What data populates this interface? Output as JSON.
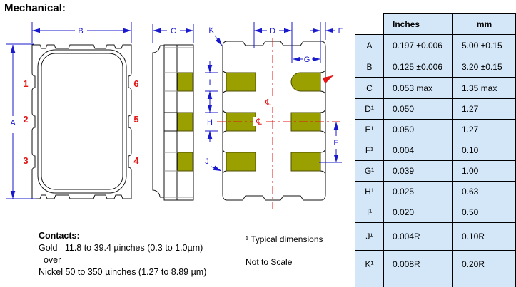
{
  "title": "Mechanical:",
  "colors": {
    "dimension_blue": "#1818cc",
    "centerline_red": "#e01818",
    "pad_olive": "#9aa000",
    "table_bg": "#d4e7f8"
  },
  "drawing": {
    "labels": {
      "a": "A",
      "b": "B",
      "c": "C",
      "d": "D",
      "e": "E",
      "f": "F",
      "g": "G",
      "h": "H",
      "i": "I",
      "j": "J",
      "k": "K"
    },
    "centerline_symbol": "℄",
    "pins": {
      "left": [
        "1",
        "2",
        "3"
      ],
      "right": [
        "6",
        "5",
        "4"
      ]
    }
  },
  "table": {
    "headers": {
      "inches": "Inches",
      "mm": "mm"
    },
    "rows": [
      {
        "label": "A",
        "inches": "0.197 ±0.006",
        "mm": "5.00 ±0.15"
      },
      {
        "label": "B",
        "inches": "0.125 ±0.006",
        "mm": "3.20 ±0.15"
      },
      {
        "label": "C",
        "inches": "0.053 max",
        "mm": "1.35 max"
      },
      {
        "label": "D¹",
        "inches": "0.050",
        "mm": "1.27"
      },
      {
        "label": "E¹",
        "inches": "0.050",
        "mm": "1.27"
      },
      {
        "label": "F¹",
        "inches": "0.004",
        "mm": "0.10"
      },
      {
        "label": "G¹",
        "inches": "0.039",
        "mm": "1.00"
      },
      {
        "label": "H¹",
        "inches": "0.025",
        "mm": "0.63"
      },
      {
        "label": "I¹",
        "inches": "0.020",
        "mm": "0.50"
      },
      {
        "label": "J¹",
        "inches": "0.004R",
        "mm": "0.10R"
      },
      {
        "label": "K¹",
        "inches": "0.008R",
        "mm": "0.20R"
      }
    ]
  },
  "notes": {
    "typical": "¹ Typical dimensions",
    "scale": "Not to Scale"
  },
  "contacts": {
    "heading": "Contacts:",
    "gold": "Gold   11.8 to 39.4 µinches (0.3 to 1.0µm)",
    "over": "  over",
    "nickel": "Nickel 50 to 350 µinches (1.27 to 8.89 µm)"
  }
}
